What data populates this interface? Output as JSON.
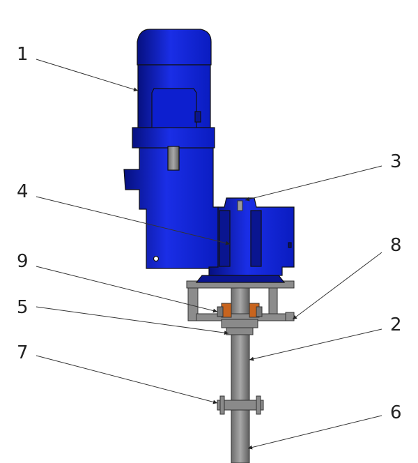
{
  "diagram": {
    "type": "agitator / mixer assembly drawing",
    "callouts": [
      {
        "id": "1",
        "text": "1"
      },
      {
        "id": "2",
        "text": "2"
      },
      {
        "id": "3",
        "text": "3"
      },
      {
        "id": "4",
        "text": "4"
      },
      {
        "id": "5",
        "text": "5"
      },
      {
        "id": "6",
        "text": "6"
      },
      {
        "id": "7",
        "text": "7"
      },
      {
        "id": "8",
        "text": "8"
      },
      {
        "id": "9",
        "text": "9"
      }
    ],
    "colors": {
      "motor_blue": "#0a1fd0",
      "dark_blue": "#061080",
      "steel": "#8a8a8a",
      "seal_orange": "#c8641e",
      "leader": "#333333"
    }
  }
}
